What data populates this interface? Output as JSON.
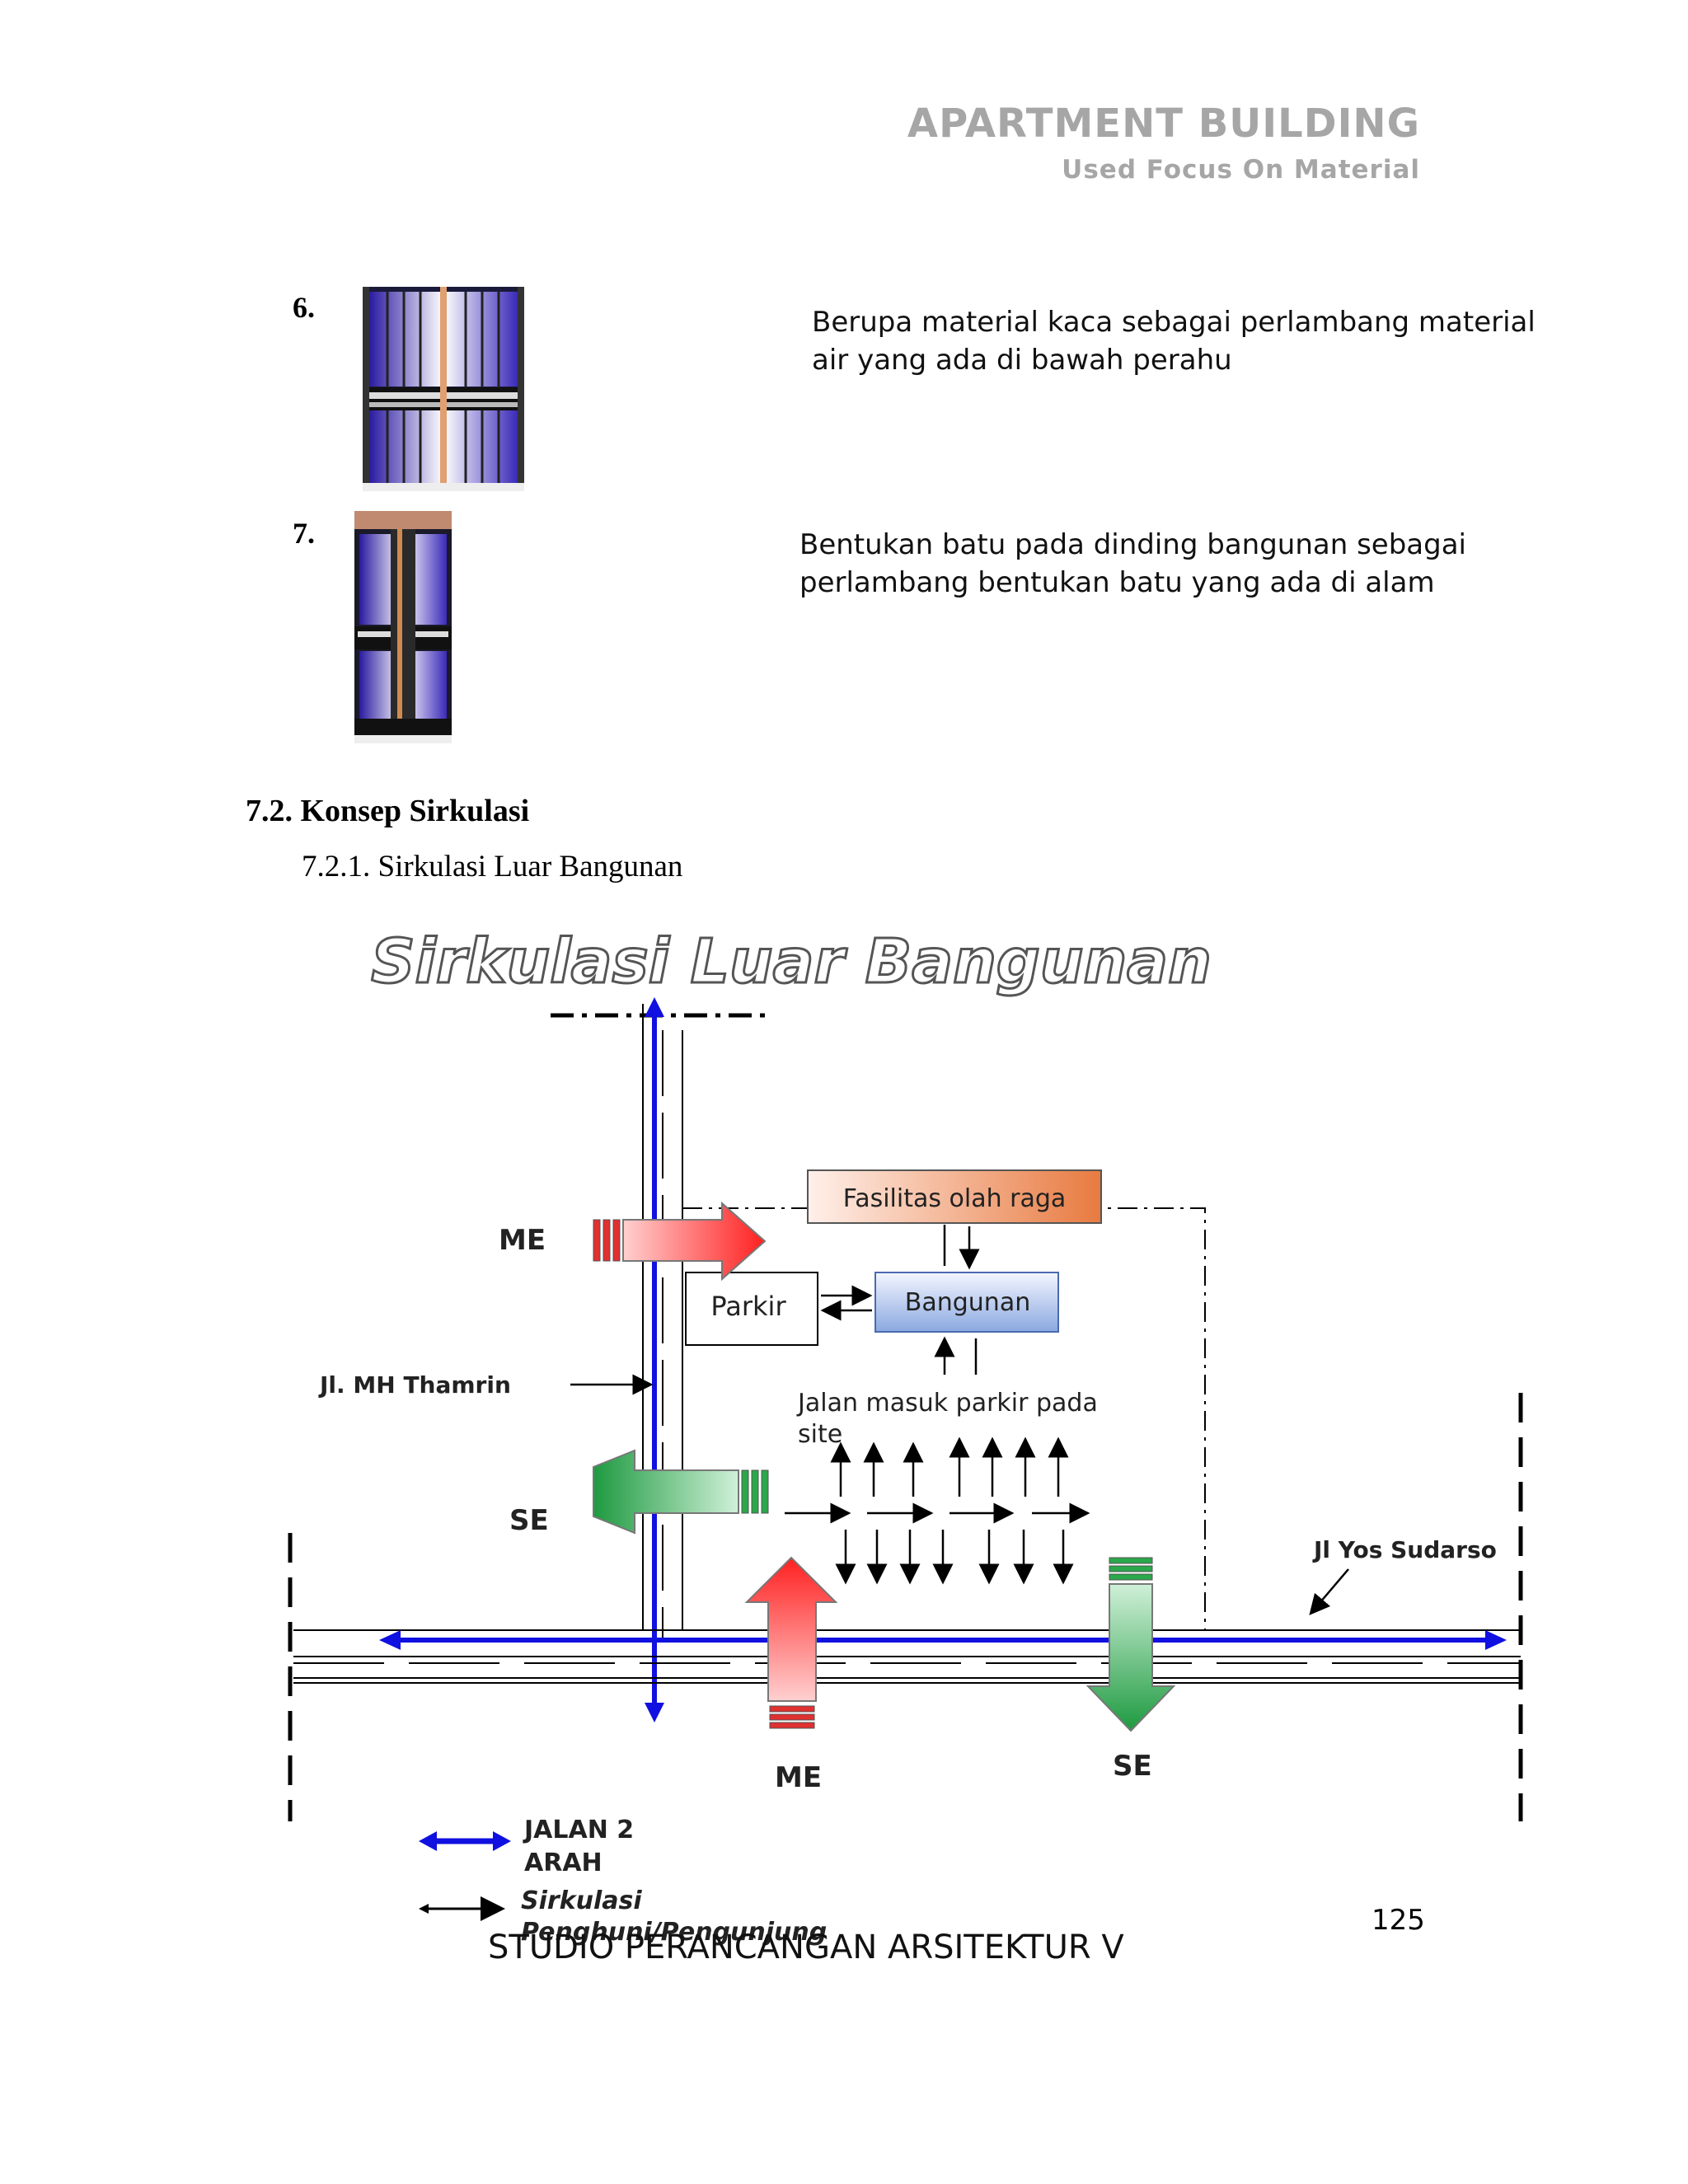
{
  "header": {
    "title": "APARTMENT BUILDING",
    "subtitle": "Used Focus On Material"
  },
  "materials": [
    {
      "number": "6.",
      "description": "Berupa material kaca sebagai perlambang material air yang ada di bawah perahu"
    },
    {
      "number": "7.",
      "description": "Bentukan batu pada dinding bangunan sebagai perlambang bentukan batu yang ada di alam"
    }
  ],
  "section": {
    "heading": "7.2. Konsep Sirkulasi",
    "subheading": "7.2.1. Sirkulasi  Luar Bangunan"
  },
  "diagram": {
    "title": "Sirkulasi Luar Bangunan",
    "fasilitas": "Fasilitas olah raga",
    "parkir": "Parkir",
    "bangunan": "Bangunan",
    "jalan_masuk": "Jalan  masuk parkir pada site",
    "me": "ME",
    "se": "SE",
    "jl_thamrin": "Jl. MH Thamrin",
    "jl_yos": "Jl Yos Sudarso",
    "legend_2arah": "JALAN  2 ARAH",
    "legend_sirkulasi": "Sirkulasi Penghuni/Pengunjung",
    "colors": {
      "road_blue": "#1010e0",
      "me_red": "#ff3030",
      "se_green": "#2aa84a"
    }
  },
  "footer": {
    "studio": "STUDIO PERANCANGAN ARSITEKTUR V",
    "page_number": "125"
  }
}
